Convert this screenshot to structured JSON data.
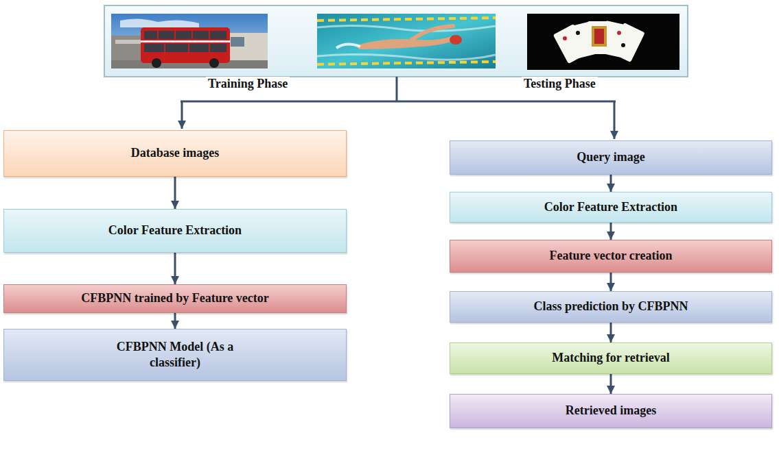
{
  "diagram": {
    "nodes": [
      {
        "text": [
          "Database images"
        ]
      },
      {
        "text": [
          "Color Feature Extraction"
        ]
      },
      {
        "text": [
          "CFBPNN trained by Feature vector"
        ]
      },
      {
        "text": [
          "CFBPNN Model (As a classifier)"
        ]
      },
      {
        "text": [
          "Query image"
        ]
      },
      {
        "text": [
          "Color Feature Extraction"
        ]
      },
      {
        "text": [
          "Feature vector creation"
        ]
      },
      {
        "text": [
          "Class prediction by CFBPNN"
        ]
      },
      {
        "text": [
          "Matching for retrieval"
        ]
      },
      {
        "text": [
          "Retrieved images"
        ]
      }
    ],
    "edges": [
      {
        "from": 0,
        "to": 1,
        "arrow": "to"
      },
      {
        "from": 1,
        "to": 2,
        "arrow": "to"
      },
      {
        "from": 2,
        "to": 3,
        "arrow": "to"
      },
      {
        "from": 4,
        "to": 5,
        "arrow": "to"
      },
      {
        "from": 5,
        "to": 6,
        "arrow": "to"
      },
      {
        "from": 6,
        "to": 7,
        "arrow": "to"
      },
      {
        "from": 7,
        "to": 8,
        "arrow": "to"
      },
      {
        "from": 8,
        "to": 9,
        "arrow": "to"
      }
    ],
    "labels": [
      "Training Phase",
      "Testing Phase"
    ]
  }
}
